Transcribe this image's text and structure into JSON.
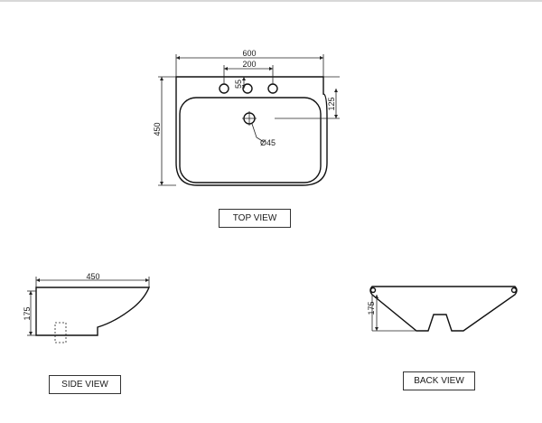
{
  "top_view": {
    "width_dim": "600",
    "tap_spacing_dim": "200",
    "tap_offset_dim": "55",
    "depth_dim": "450",
    "right_dim": "125",
    "waste_dim": "Ø45",
    "caption": "TOP VIEW"
  },
  "side_view": {
    "depth_dim": "450",
    "height_dim": "175",
    "caption": "SIDE VIEW"
  },
  "back_view": {
    "height_dim": "175",
    "caption": "BACK VIEW"
  },
  "colors": {
    "line": "#111111",
    "background": "#ffffff",
    "frame": "#cccccc"
  }
}
